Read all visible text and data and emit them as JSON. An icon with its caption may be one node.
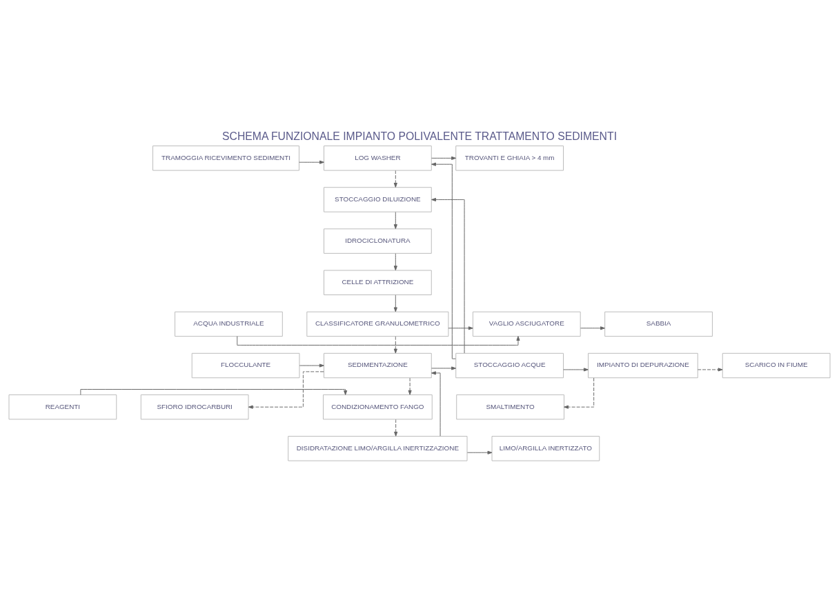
{
  "diagram": {
    "title": "SCHEMA FUNZIONALE IMPIANTO POLIVALENTE TRATTAMENTO SEDIMENTI",
    "nodes": [
      {
        "text": [
          "TRAMOGGIA RICEVIMENTO SEDIMENTI"
        ]
      },
      {
        "text": [
          "LOG WASHER"
        ]
      },
      {
        "text": [
          "TROVANTI E GHIAIA > 4 mm"
        ]
      },
      {
        "text": [
          "STOCCAGGIO DILUIZIONE"
        ]
      },
      {
        "text": [
          "IDROCICLONATURA"
        ]
      },
      {
        "text": [
          "CELLE DI ATTRIZIONE"
        ]
      },
      {
        "text": [
          "ACQUA INDUSTRIALE"
        ]
      },
      {
        "text": [
          "CLASSIFICATORE GRANULOMETRICO"
        ]
      },
      {
        "text": [
          "VAGLIO ASCIUGATORE"
        ]
      },
      {
        "text": [
          "SABBIA"
        ]
      },
      {
        "text": [
          "FLOCCULANTE"
        ]
      },
      {
        "text": [
          "SEDIMENTAZIONE"
        ]
      },
      {
        "text": [
          "STOCCAGGIO ACQUE"
        ]
      },
      {
        "text": [
          "IMPIANTO DI DEPURAZIONE"
        ]
      },
      {
        "text": [
          "SCARICO IN FIUME"
        ]
      },
      {
        "text": [
          "SFIORO IDROCARBURI"
        ]
      },
      {
        "text": [
          "SMALTIMENTO"
        ]
      },
      {
        "text": [
          "REAGENTI"
        ]
      },
      {
        "text": [
          "CONDIZIONAMENTO FANGO"
        ]
      },
      {
        "text": [
          "DISIDRATAZIONE LIMO/ARGILLA INERTIZZAZIONE"
        ]
      },
      {
        "text": [
          "LIMO/ARGILLA INERTIZZATO"
        ]
      }
    ],
    "edges": [
      {
        "from": 0,
        "to": 1,
        "arrow": "to"
      },
      {
        "from": 1,
        "to": 2,
        "arrow": "to"
      },
      {
        "from": 1,
        "to": 3,
        "arrow": "to",
        "style": "dashed"
      },
      {
        "from": 3,
        "to": 4,
        "arrow": "to"
      },
      {
        "from": 4,
        "to": 5,
        "arrow": "to"
      },
      {
        "from": 5,
        "to": 7,
        "arrow": "to"
      },
      {
        "from": 6,
        "to": 8,
        "arrow": "to"
      },
      {
        "from": 7,
        "to": 8,
        "arrow": "to"
      },
      {
        "from": 7,
        "to": 11,
        "arrow": "to",
        "style": "dashed"
      },
      {
        "from": 8,
        "to": 9,
        "arrow": "to"
      },
      {
        "from": 10,
        "to": 11,
        "arrow": "to"
      },
      {
        "from": 19,
        "to": 11,
        "arrow": "to"
      },
      {
        "from": 11,
        "to": 12,
        "arrow": "to"
      },
      {
        "from": 11,
        "to": 15,
        "arrow": "to",
        "style": "dashed"
      },
      {
        "from": 11,
        "to": 18,
        "arrow": "to",
        "style": "dashed"
      },
      {
        "from": 12,
        "to": 1,
        "arrow": "to"
      },
      {
        "from": 12,
        "to": 3,
        "arrow": "to"
      },
      {
        "from": 12,
        "to": 13,
        "arrow": "to"
      },
      {
        "from": 13,
        "to": 14,
        "arrow": "to",
        "style": "dashed"
      },
      {
        "from": 13,
        "to": 16,
        "arrow": "to",
        "style": "dashed"
      },
      {
        "from": 17,
        "to": 18,
        "arrow": "to"
      },
      {
        "from": 18,
        "to": 19,
        "arrow": "to",
        "style": "dashed"
      },
      {
        "from": 19,
        "to": 20,
        "arrow": "to"
      }
    ]
  }
}
